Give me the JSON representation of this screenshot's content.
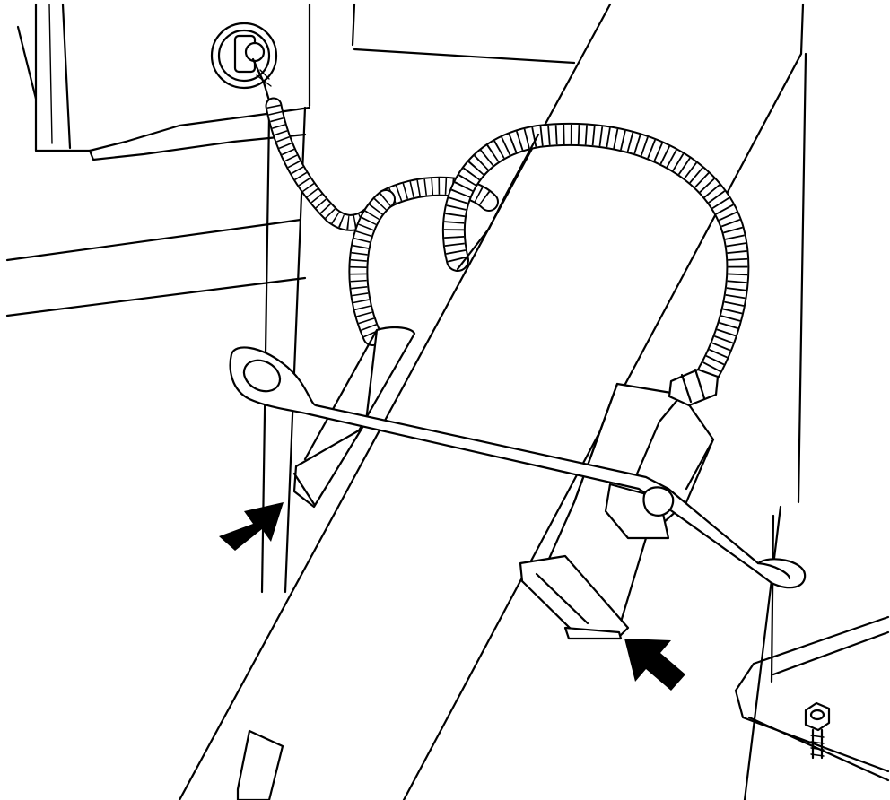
{
  "diagram": {
    "description_visible_text": "",
    "callouts": [
      {
        "name": "arrow-left",
        "icon": "arrow-icon",
        "points_to": "connector-left-housing"
      },
      {
        "name": "arrow-right",
        "icon": "arrow-icon",
        "points_to": "electrical-connector"
      }
    ],
    "colors": {
      "line": "#000000",
      "fill": "#ffffff"
    }
  }
}
